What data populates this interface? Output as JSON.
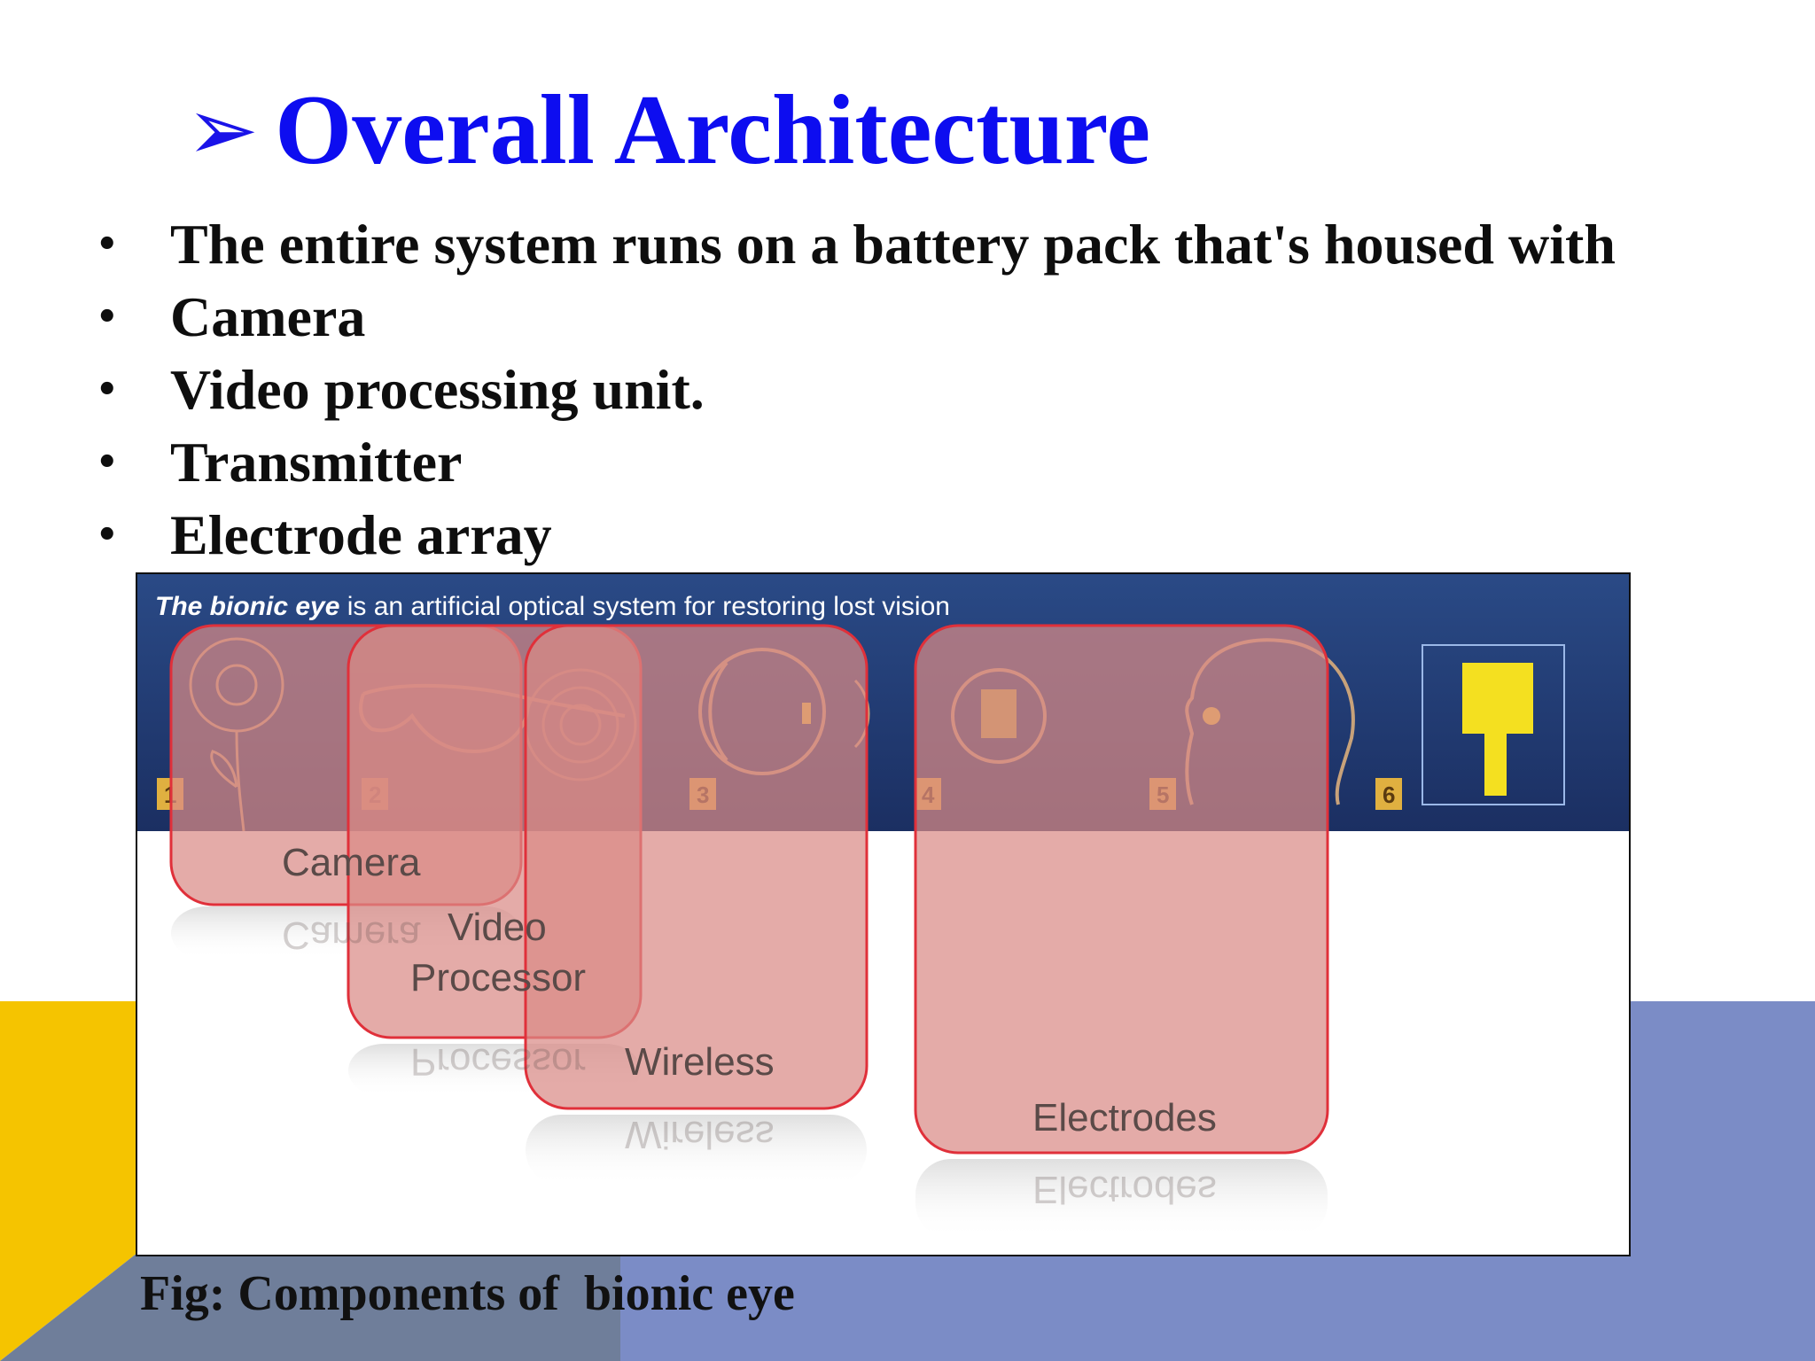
{
  "title": {
    "arrow": "➢",
    "text": "Overall Architecture"
  },
  "bullets": [
    "The entire system runs on a battery pack that's housed with",
    "Camera",
    "Video processing unit.",
    "Transmitter",
    "Electrode array"
  ],
  "figure": {
    "header_bold": "The bionic eye",
    "header_rest": " is an artificial optical system for restoring lost vision",
    "labels": {
      "camera": "Camera",
      "video_1": "Video",
      "video_2": "Processor",
      "wireless": "Wireless",
      "electrodes": "Electrodes"
    },
    "steps": [
      "1",
      "2",
      "3",
      "4",
      "5",
      "6"
    ]
  },
  "caption": "Fig: Components of  bionic eye",
  "colors": {
    "title_blue": "#0d0df0",
    "header_navy": "#1f3569",
    "box_fill": "#d98b86",
    "box_stroke": "#e0303a",
    "yellow": "#f5c400",
    "slate": "#6f7e9a",
    "periwinkle": "#7b8cc6"
  }
}
